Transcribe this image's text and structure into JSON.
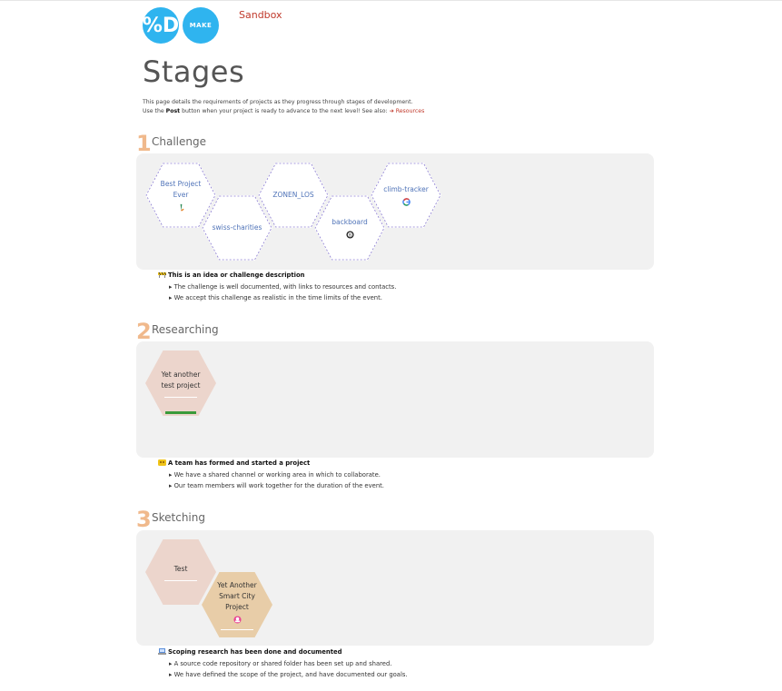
{
  "header": {
    "logo_left_text": "%D",
    "logo_right_text": "MAKE",
    "site_link": "Sandbox"
  },
  "page": {
    "title": "Stages",
    "intro_line1": "This page details the requirements of projects as they progress through stages of development.",
    "intro_line2_pre": "Use the",
    "intro_line2_bold": "Post",
    "intro_line2_mid": "button when your project is ready to advance to the next level! See also:",
    "intro_link": "➜ Resources"
  },
  "stages": [
    {
      "number": "1",
      "name": "Challenge",
      "projects": [
        {
          "title": "Best Project Ever",
          "icon": "colorful-logo-icon"
        },
        {
          "title": "swiss-charities",
          "icon": ""
        },
        {
          "title": "ZONEN_LOS",
          "icon": ""
        },
        {
          "title": "backboard",
          "icon": "backboard-logo-icon"
        },
        {
          "title": "climb-tracker",
          "icon": "google-icon"
        }
      ],
      "description": {
        "emoji": "construction-icon",
        "heading": "This is an idea or challenge description",
        "items": [
          "The challenge is well documented, with links to resources and contacts.",
          "We accept this challenge as realistic in the time limits of the event."
        ]
      }
    },
    {
      "number": "2",
      "name": "Researching",
      "projects": [
        {
          "title": "Yet another test project",
          "progress": 1.0
        }
      ],
      "description": {
        "emoji": "team-icon",
        "heading": "A team has formed and started a project",
        "items": [
          "We have a shared channel or working area in which to collaborate.",
          "Our team members will work together for the duration of the event."
        ]
      }
    },
    {
      "number": "3",
      "name": "Sketching",
      "projects": [
        {
          "title": "Test"
        },
        {
          "title": "Yet Another Smart City Project",
          "icon": "pink-avatar-icon"
        }
      ],
      "description": {
        "emoji": "computer-icon",
        "heading": "Scoping research has been done and documented",
        "items": [
          "A source code repository or shared folder has been set up and shared.",
          "We have defined the scope of the project, and have documented our goals."
        ]
      }
    }
  ],
  "colors": {
    "accent": "#2fb4ef",
    "link": "#c0392b",
    "stage_number": "#f0b98c",
    "panel_bg": "#f1f1f1",
    "hex_dotted_text": "#4f73b8",
    "hex_fill_pink": "#ecd5cc",
    "hex_fill_tan": "#e8cda8",
    "progress_green": "#3a9a3a"
  }
}
